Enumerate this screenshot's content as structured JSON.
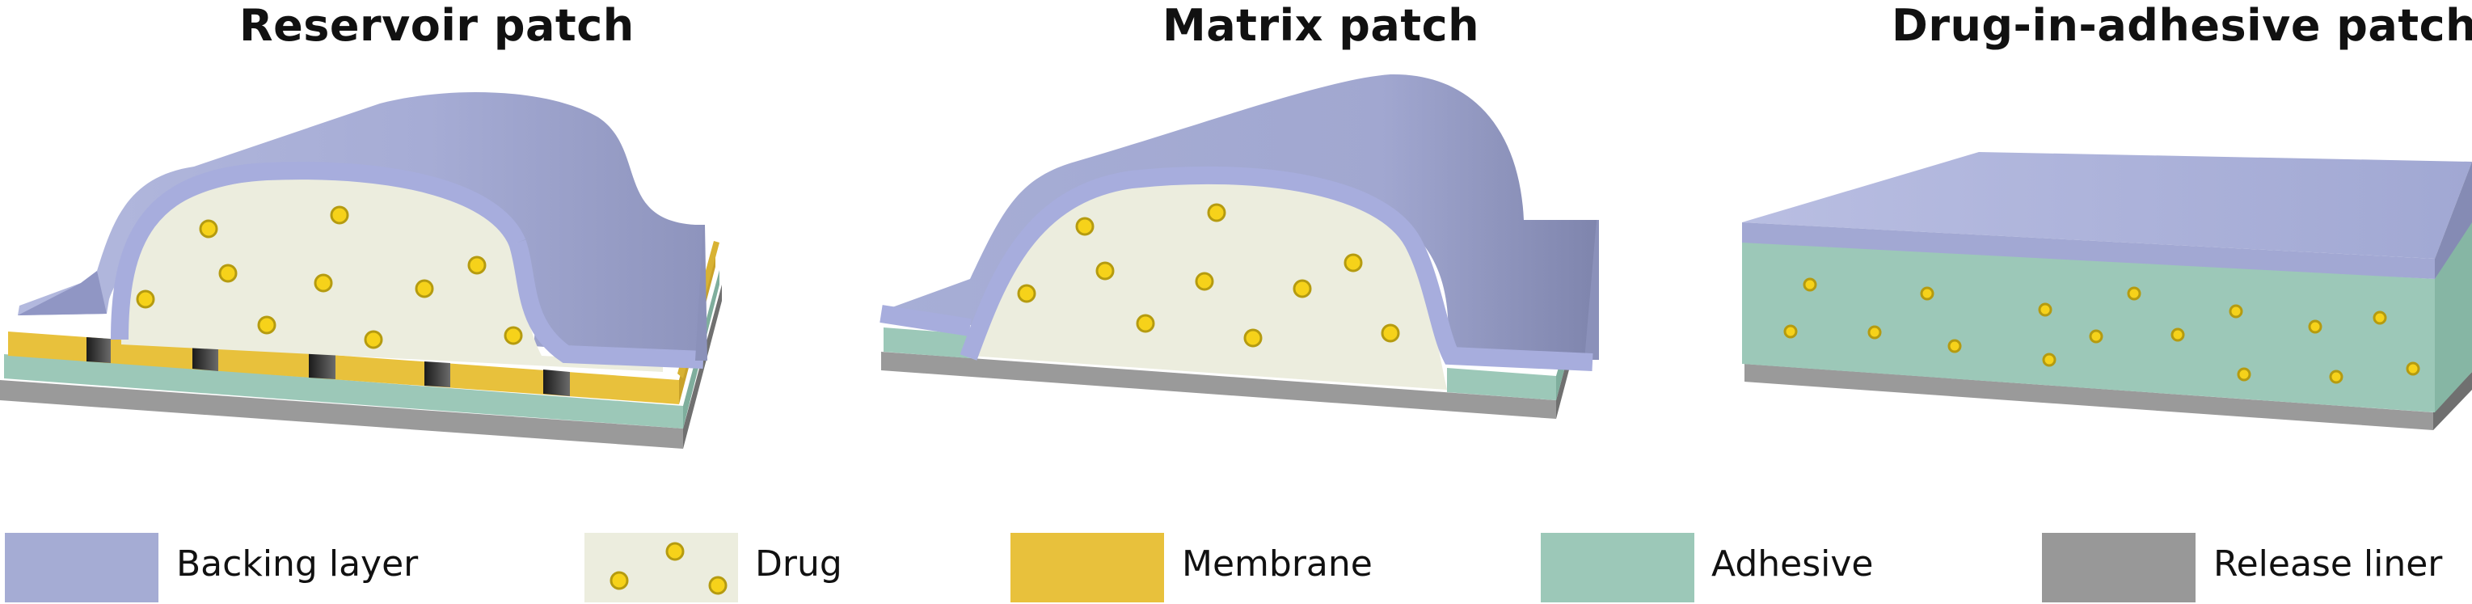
{
  "titles": {
    "reservoir": "Reservoir patch",
    "matrix": "Matrix patch",
    "dia": "Drug-in-adhesive patch"
  },
  "legend": [
    {
      "key": "backing",
      "label": "Backing layer",
      "color": "#a5acd4"
    },
    {
      "key": "drug",
      "label": "Drug",
      "color": "#ecedde",
      "dot": "#f6d21a"
    },
    {
      "key": "membrane",
      "label": "Membrane",
      "color": "#e8c13c"
    },
    {
      "key": "adhesive",
      "label": "Adhesive",
      "color": "#9cc8b8"
    },
    {
      "key": "liner",
      "label": "Release liner",
      "color": "#989898"
    }
  ]
}
